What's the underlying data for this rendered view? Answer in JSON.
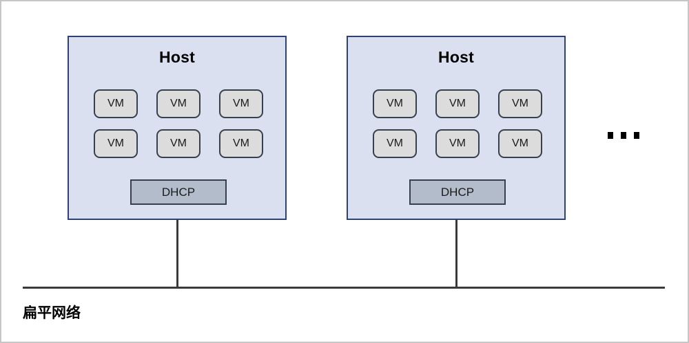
{
  "diagram": {
    "title_label": "扁平网络",
    "ellipsis_glyph": "…",
    "colors": {
      "host_fill": "#dae0f0",
      "host_border": "#2e4272",
      "vm_fill": "#dcdcdc",
      "vm_border": "#36404d",
      "dhcp_fill": "#b2bcca",
      "dhcp_border": "#36404d",
      "line": "#3a3a3a",
      "page_border": "#c6c6c6"
    },
    "hosts": [
      {
        "id": "host-1",
        "title": "Host",
        "vms": [
          {
            "label": "VM"
          },
          {
            "label": "VM"
          },
          {
            "label": "VM"
          },
          {
            "label": "VM"
          },
          {
            "label": "VM"
          },
          {
            "label": "VM"
          }
        ],
        "dhcp": {
          "label": "DHCP"
        }
      },
      {
        "id": "host-2",
        "title": "Host",
        "vms": [
          {
            "label": "VM"
          },
          {
            "label": "VM"
          },
          {
            "label": "VM"
          },
          {
            "label": "VM"
          },
          {
            "label": "VM"
          },
          {
            "label": "VM"
          }
        ],
        "dhcp": {
          "label": "DHCP"
        }
      }
    ]
  }
}
